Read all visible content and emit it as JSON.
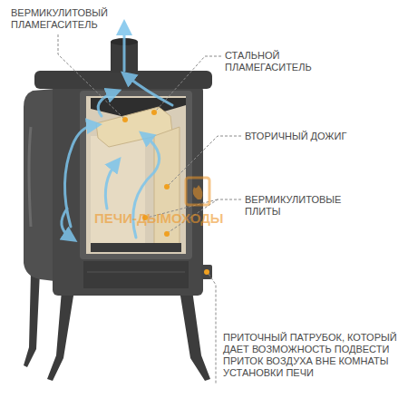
{
  "diagram": {
    "labels": [
      "ВЕРМИКУЛИТОВЫЙ ПЛАМЕГАСИТЕЛЬ",
      "СТАЛЬНОЙ ПЛАМЕГАСИТЕЛЬ",
      "ВТОРИЧНЫЙ ДОЖИГ",
      "ВЕРМИКУЛИТОВЫЕ ПЛИТЫ",
      "ПРИТОЧНЫЙ ПАТРУБОК, КОТОРЫЙ ДАЕТ ВОЗМОЖНОСТЬ ПОДВЕСТИ ПРИТОК ВОЗДУХА ВНЕ КОМНАТЫ УСТАНОВКИ ПЕЧИ",
      "ПЕЧИ-ДЫМОХОДЫ"
    ]
  }
}
